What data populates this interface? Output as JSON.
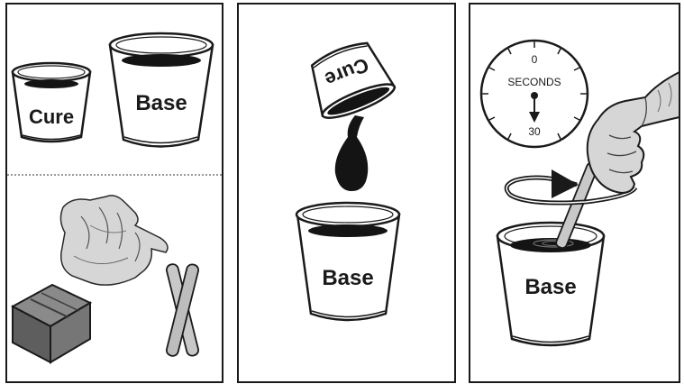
{
  "panels": {
    "materials": {
      "cure_cup_label": "Cure",
      "base_cup_label": "Base"
    },
    "pour": {
      "pouring_cup_label": "Cure",
      "receiving_cup_label": "Base"
    },
    "mix": {
      "timer": {
        "zero_label": "0",
        "unit_label": "SECONDS",
        "thirty_label": "30"
      },
      "mixing_cup_label": "Base"
    }
  },
  "colors": {
    "outline": "#1a1a1a",
    "liquid": "#141414",
    "glove": "#d6d6d6",
    "stick": "#c8c8c8",
    "sponge_top": "#8a8a8a",
    "sponge_side": "#5e5e5e"
  },
  "icons": [
    "cup-icon",
    "glove-icon",
    "mixing-stick-icon",
    "sponge-icon",
    "stopwatch-icon",
    "rotation-arrow-icon"
  ]
}
